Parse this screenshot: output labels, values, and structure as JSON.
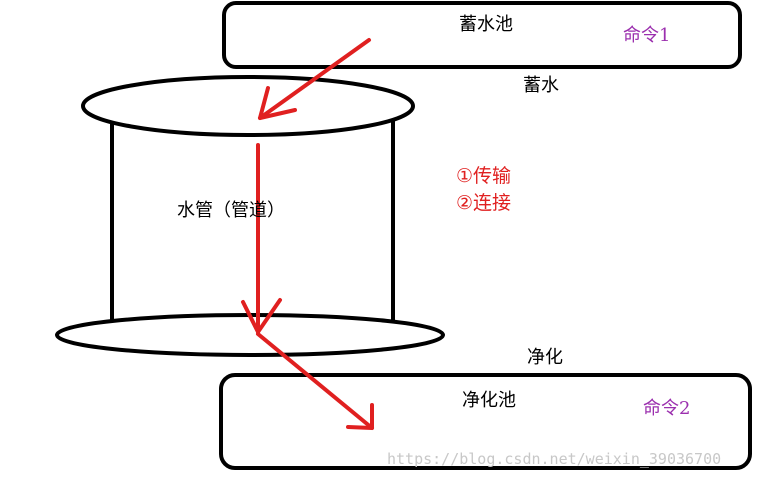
{
  "diagram": {
    "top_pool": {
      "label": "蓄水池",
      "command": "命令1"
    },
    "store_text": "蓄水",
    "pipe": {
      "label": "水管（管道）"
    },
    "functions": [
      "①传输",
      "②连接"
    ],
    "purify_text": "净化",
    "bottom_pool": {
      "label": "净化池",
      "command": "命令2"
    },
    "watermark": "https://blog.csdn.net/weixin_39036700"
  },
  "colors": {
    "stroke": "#000000",
    "arrow": "#e02020",
    "command": "#9b2fae",
    "functions": "#e02020",
    "watermark": "#c8c8c8"
  }
}
